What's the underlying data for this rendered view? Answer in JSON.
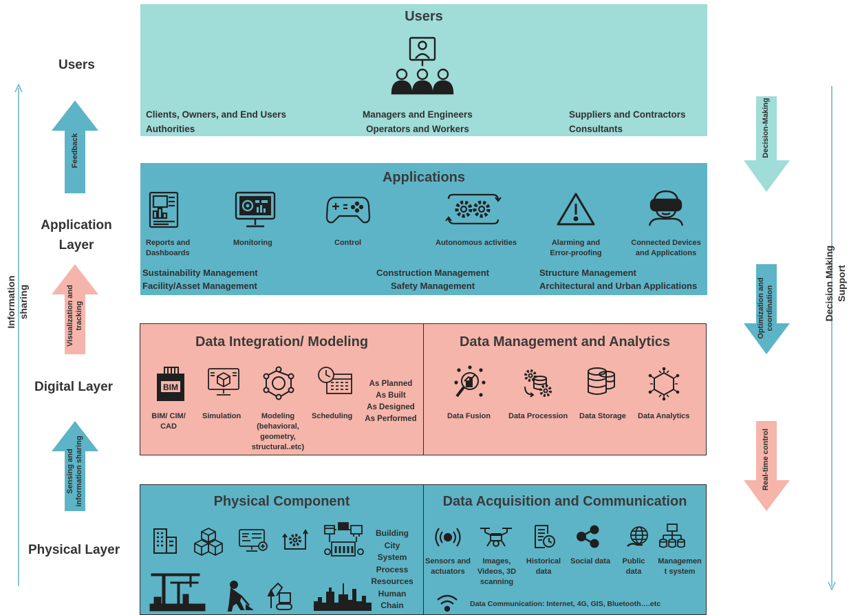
{
  "left_labels": {
    "users": "Users",
    "application_layer": [
      "Application",
      "Layer"
    ],
    "digital_layer": "Digital Layer",
    "physical_layer": "Physical Layer",
    "info_sharing": [
      "Information",
      "sharing"
    ]
  },
  "left_arrows": {
    "feedback": "Feedback",
    "visualization": [
      "Visualization and",
      "tracking"
    ],
    "sensing": [
      "Sensing and",
      "information sharing"
    ]
  },
  "right_arrows": {
    "decision": "Decision-Making",
    "optimization": [
      "Optimization and",
      "coordination"
    ],
    "realtime": "Real-time control"
  },
  "right_label": [
    "Decision Making",
    "Support"
  ],
  "users_panel": {
    "title": "Users",
    "groups": [
      [
        "Clients, Owners, and End Users",
        "Authorities"
      ],
      [
        "Managers and Engineers",
        "Operators and Workers"
      ],
      [
        "Suppliers and Contractors",
        "Consultants"
      ]
    ]
  },
  "applications_panel": {
    "title": "Applications",
    "items": [
      {
        "label": [
          "Reports and",
          "Dashboards"
        ],
        "icon": "report-icon"
      },
      {
        "label": [
          "Monitoring"
        ],
        "icon": "monitor-icon"
      },
      {
        "label": [
          "Control"
        ],
        "icon": "gamepad-icon"
      },
      {
        "label": [
          "Autonomous activities"
        ],
        "icon": "gears-icon"
      },
      {
        "label": [
          "Alarming and",
          "Error-proofing"
        ],
        "icon": "warning-icon"
      },
      {
        "label": [
          "Connected Devices",
          "and Applications"
        ],
        "icon": "vr-headset-icon"
      }
    ],
    "managements": [
      [
        "Sustainability Management",
        "Facility/Asset Management"
      ],
      [
        "Construction Management",
        "Safety Management"
      ],
      [
        "Structure Management",
        "Architectural and Urban Applications"
      ]
    ]
  },
  "data_integration": {
    "title": "Data Integration/ Modeling",
    "items": [
      {
        "label": [
          "BIM/ CIM/",
          "CAD"
        ],
        "icon": "bim-icon"
      },
      {
        "label": [
          "Simulation"
        ],
        "icon": "simulation-icon"
      },
      {
        "label": [
          "Modeling",
          "(behavioral,",
          "geometry,",
          "structural..etc)"
        ],
        "icon": "network-icon"
      },
      {
        "label": [
          "Scheduling"
        ],
        "icon": "calendar-clock-icon"
      }
    ],
    "states": [
      "As Planned",
      "As Built",
      "As Designed",
      "As Performed"
    ]
  },
  "data_management": {
    "title": "Data Management and Analytics",
    "items": [
      {
        "label": [
          "Data Fusion"
        ],
        "icon": "fusion-icon"
      },
      {
        "label": [
          "Data Procession"
        ],
        "icon": "procession-icon"
      },
      {
        "label": [
          "Data Storage"
        ],
        "icon": "database-icon"
      },
      {
        "label": [
          "Data Analytics"
        ],
        "icon": "analytics-icon"
      }
    ]
  },
  "physical_component": {
    "title": "Physical Component",
    "list": [
      "Building",
      "City",
      "System",
      "Process",
      "Resources",
      "Human",
      "Chain"
    ]
  },
  "data_acquisition": {
    "title": "Data Acquisition and Communication",
    "items": [
      {
        "label": [
          "Sensors and",
          "actuators"
        ],
        "icon": "sensor-icon"
      },
      {
        "label": [
          "Images,",
          "Videos, 3D",
          "scanning"
        ],
        "icon": "drone-icon"
      },
      {
        "label": [
          "Historical",
          "data"
        ],
        "icon": "history-doc-icon"
      },
      {
        "label": [
          "Social data"
        ],
        "icon": "share-icon"
      },
      {
        "label": [
          "Public",
          "data"
        ],
        "icon": "globe-icon"
      },
      {
        "label": [
          "Managemen",
          "t system"
        ],
        "icon": "mgmt-tree-icon"
      }
    ],
    "communication": "Data Communication: Internet, 4G, GIS, Bluetooth….etc"
  },
  "colors": {
    "users_bg": "#a0dcd8",
    "app_bg": "#5db4c6",
    "digital_bg": "#f5b5aa",
    "arrow_blue": "#5db4c6",
    "arrow_pink": "#f5b5aa",
    "arrow_teal": "#a0dcd8"
  }
}
